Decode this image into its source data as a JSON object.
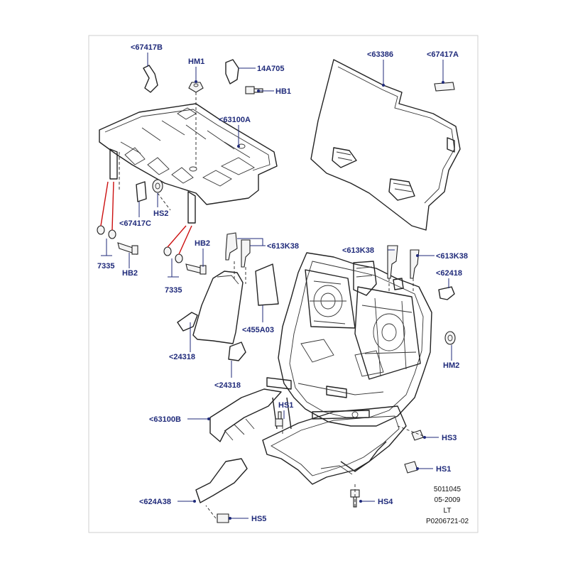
{
  "callouts": {
    "c_67417B": "<67417B",
    "c_HM1": "HM1",
    "c_14A705": "14A705",
    "c_HB1": "HB1",
    "c_63386": "<63386",
    "c_67417A": "<67417A",
    "c_63100A": "<63100A",
    "c_HS2": "HS2",
    "c_67417C": "<67417C",
    "c_613K38_a": "<613K38",
    "c_613K38_b": "<613K38",
    "c_613K38_c": "<613K38",
    "c_7335_a": "7335",
    "c_HB2_a": "HB2",
    "c_HB2_b": "HB2",
    "c_7335_b": "7335",
    "c_62418": "<62418",
    "c_455A03": "<455A03",
    "c_24318_a": "<24318",
    "c_24318_b": "<24318",
    "c_HM2": "HM2",
    "c_HS1_a": "HS1",
    "c_63100B": "<63100B",
    "c_HS3": "HS3",
    "c_HS1_b": "HS1",
    "c_624A38": "<624A38",
    "c_HS4": "HS4",
    "c_HS5": "HS5"
  },
  "footer": {
    "line1": "5011045",
    "line2": "05-2009",
    "line3": "LT",
    "line4": "P0206721-02"
  },
  "colors": {
    "callout": "#1f2a7a",
    "guide": "#cc1010",
    "frame": "#cfcfcf"
  }
}
